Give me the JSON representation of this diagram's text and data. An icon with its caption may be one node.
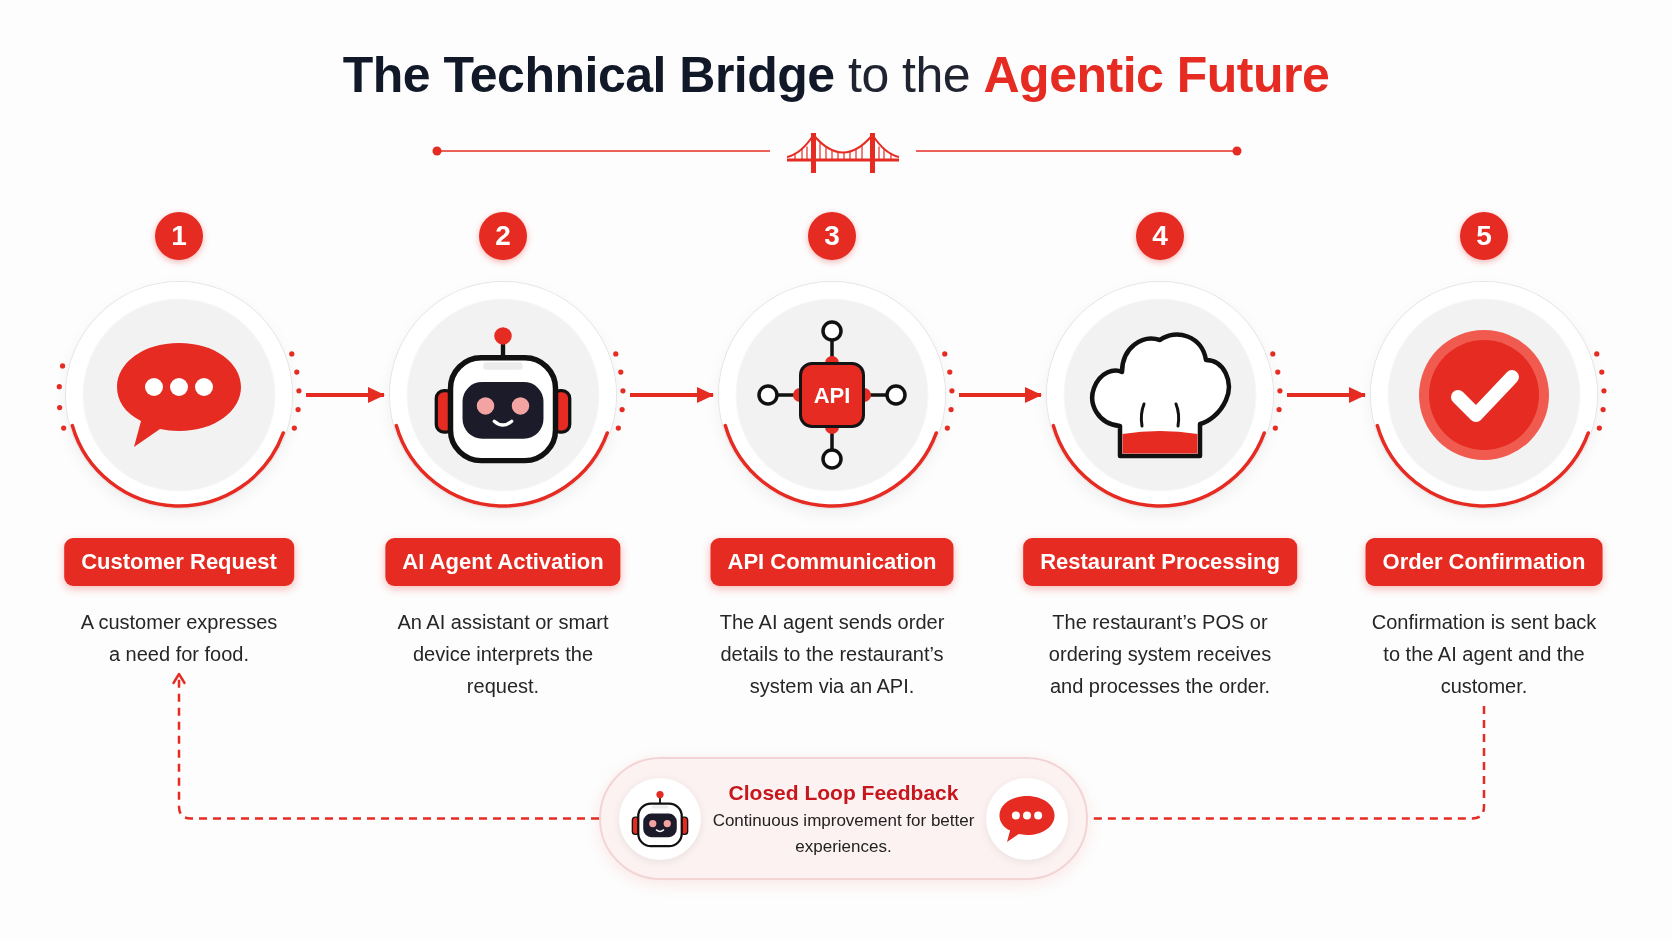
{
  "diagram": {
    "title": "**The Technical Bridge** to the **Agentic Future**",
    "nodes": [
      {
        "text": [
          "1"
        ]
      },
      {
        "text": [],
        "shape": "circle"
      },
      {
        "text": [
          "Customer Request"
        ]
      },
      {
        "text": [
          "A customer expresses a need for food."
        ]
      },
      {
        "text": [
          "2"
        ]
      },
      {
        "text": [],
        "shape": "circle"
      },
      {
        "text": [
          "AI Agent Activation"
        ]
      },
      {
        "text": [
          "An AI assistant or smart device interprets the request."
        ]
      },
      {
        "text": [
          "3"
        ]
      },
      {
        "text": [],
        "shape": "circle"
      },
      {
        "text": [
          "API Communication"
        ]
      },
      {
        "text": [
          "The AI agent sends order details to the restaurant’s system via an API."
        ]
      },
      {
        "text": [
          "4"
        ]
      },
      {
        "text": [],
        "shape": "circle"
      },
      {
        "text": [
          "Restaurant Processing"
        ]
      },
      {
        "text": [
          "The restaurant’s POS or ordering system receives and processes the order."
        ]
      },
      {
        "text": [
          "5"
        ]
      },
      {
        "text": [],
        "shape": "circle"
      },
      {
        "text": [
          "Order Confirmation"
        ]
      },
      {
        "text": [
          "Confirmation is sent back to the AI agent and the customer."
        ]
      },
      {
        "text": [
          "Closed Loop Feedback",
          "Continuous improvement for better experiences."
        ]
      }
    ],
    "edges": [
      {
        "from": 1,
        "to": 5,
        "arrow": "to"
      },
      {
        "from": 5,
        "to": 9,
        "arrow": "to"
      },
      {
        "from": 9,
        "to": 13,
        "arrow": "to"
      },
      {
        "from": 13,
        "to": 17,
        "arrow": "to"
      },
      {
        "from": 19,
        "to": 20,
        "arrow": "none",
        "style": "dashed"
      },
      {
        "from": 20,
        "to": 3,
        "arrow": "to",
        "style": "dashed"
      }
    ],
    "labels": [
      "API"
    ]
  }
}
